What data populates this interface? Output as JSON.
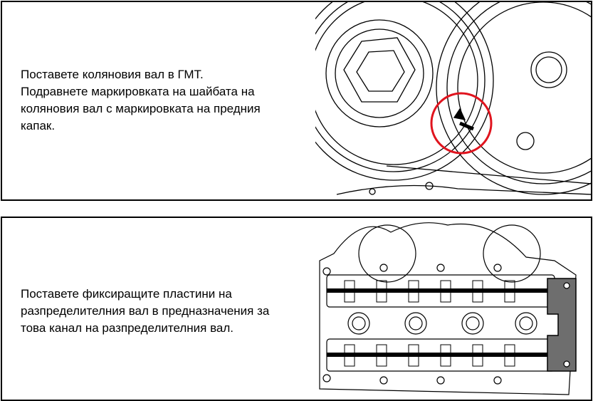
{
  "steps": [
    {
      "lines": [
        "Поставете коляновия вал в ГМТ.",
        "Подравнете маркировката на шайбата на",
        "коляновия вал с маркировката на предния",
        "капак."
      ],
      "highlight_color": "#e0141e"
    },
    {
      "lines": [
        "Поставете фиксиращите пластини на",
        "разпределителния вал в предназначения за",
        "това канал на разпределителния вал."
      ],
      "tool_color": "#6e6e6e"
    }
  ]
}
